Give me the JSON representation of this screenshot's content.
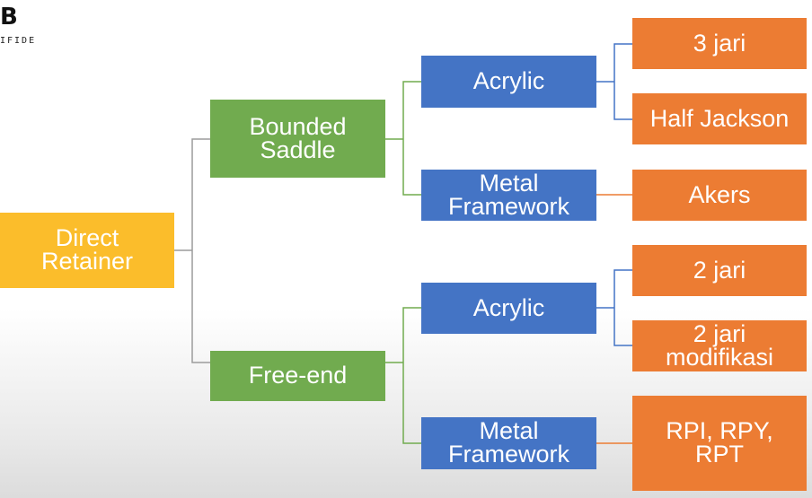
{
  "logo": {
    "mark": "B",
    "text": "IFIDE"
  },
  "colors": {
    "root": "#fbbd2b",
    "level1": "#71ab4f",
    "level2": "#4474c5",
    "level3": "#ec7c33",
    "connector_grey": "#9c9c9c",
    "connector_green": "#71ab4f",
    "connector_blue": "#4474c5",
    "connector_orange": "#ec7c33"
  },
  "tree": {
    "root": {
      "label": "Direct\nRetainer"
    },
    "bounded": {
      "label": "Bounded\nSaddle",
      "acrylic": {
        "label": "Acrylic",
        "leaves": [
          "3 jari",
          "Half Jackson"
        ]
      },
      "metal": {
        "label": "Metal\nFramework",
        "leaves": [
          "Akers"
        ]
      }
    },
    "freeend": {
      "label": "Free-end",
      "acrylic": {
        "label": "Acrylic",
        "leaves": [
          "2 jari",
          "2 jari\nmodifikasi"
        ]
      },
      "metal": {
        "label": "Metal\nFramework",
        "leaves": [
          "RPI, RPY,\nRPT"
        ]
      }
    }
  }
}
